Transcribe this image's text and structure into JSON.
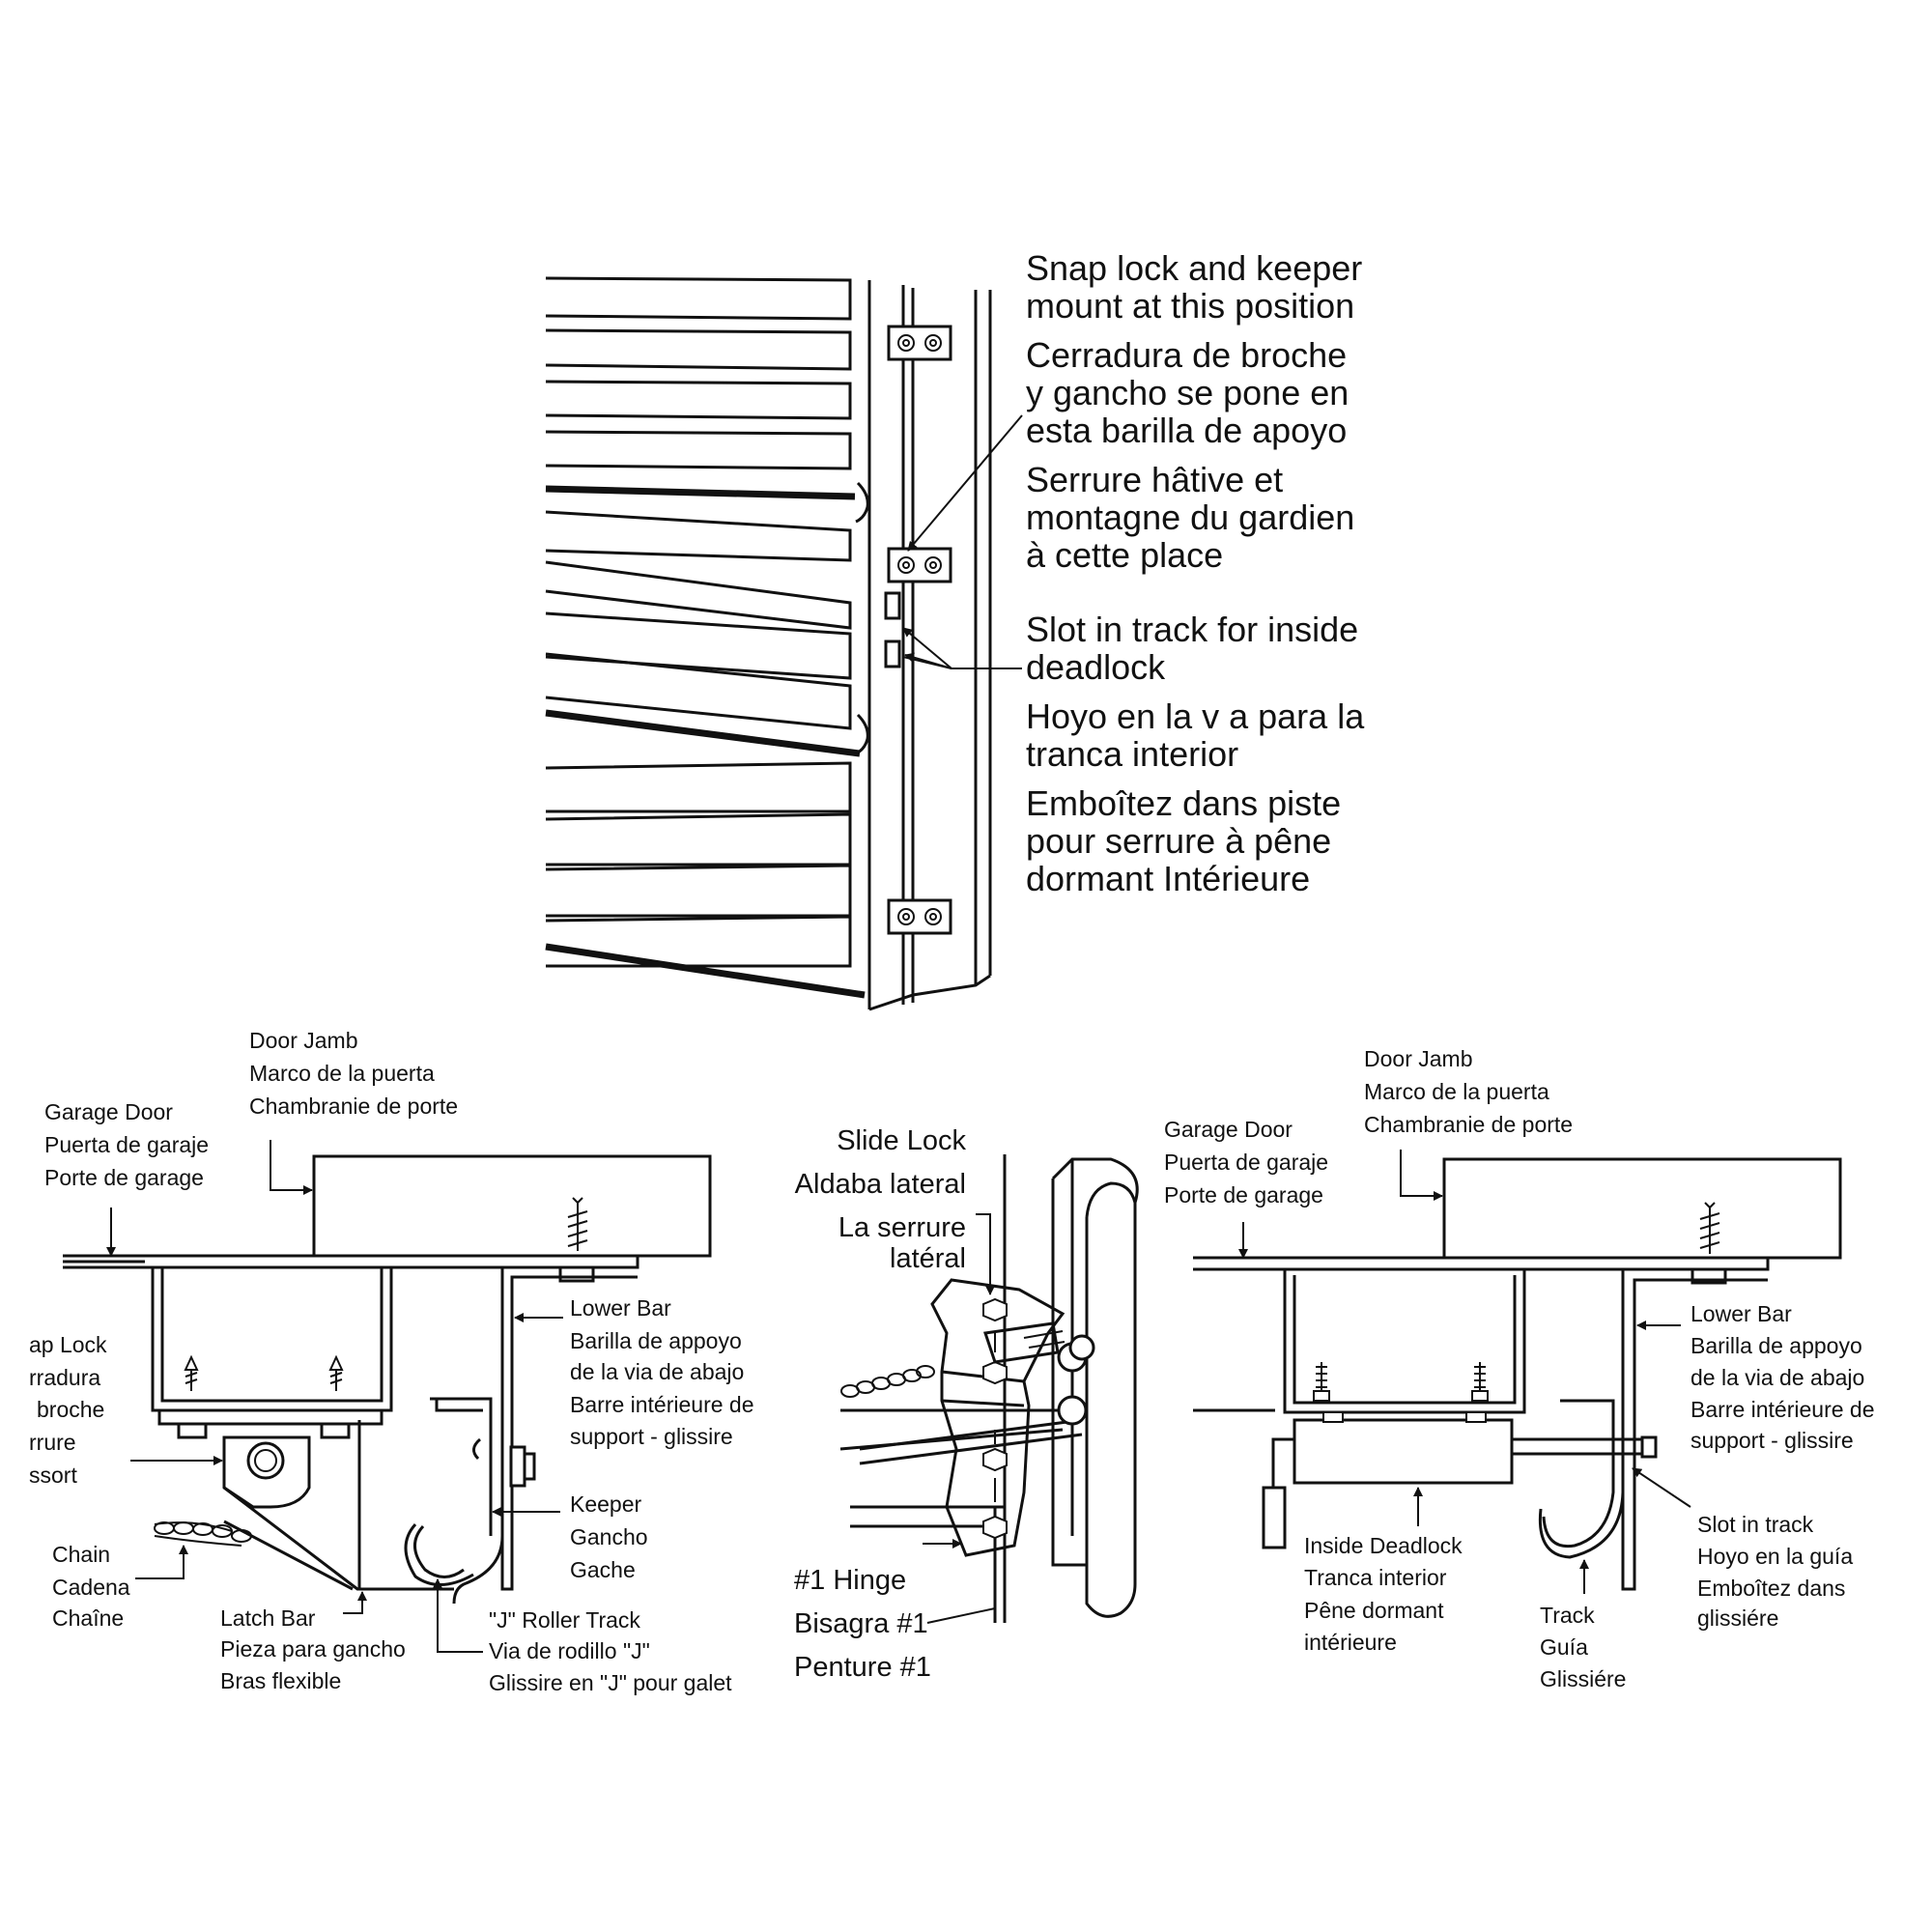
{
  "top_diagram": {
    "snap_lock_lines": [
      "Snap lock and keeper",
      "mount at this position",
      "Cerradura de broche",
      "y gancho se pone en",
      "esta barilla de apoyo",
      "Serrure hâtive et",
      "montagne du gardien",
      "à cette place"
    ],
    "slot_lines": [
      "Slot in track for inside",
      "deadlock",
      "Hoyo en la v a para la",
      "tranca interior",
      "Emboîtez dans piste",
      "pour serrure à pêne",
      "dormant Intérieure"
    ]
  },
  "left_diagram": {
    "door_jamb": [
      "Door Jamb",
      "Marco de la puerta",
      "Chambranie de porte"
    ],
    "garage_door": [
      "Garage Door",
      "Puerta de garaje",
      "Porte de garage"
    ],
    "snap_lock": [
      "ap Lock",
      "rradura",
      "broche",
      "rrure",
      "ssort"
    ],
    "lower_bar": [
      "Lower Bar",
      "Barilla de appoyo",
      "de la via de abajo",
      "Barre intérieure de",
      "support - glissire"
    ],
    "keeper": [
      "Keeper",
      "Gancho",
      "Gache"
    ],
    "chain": [
      "Chain",
      "Cadena",
      "Chaîne"
    ],
    "latch_bar": [
      "Latch Bar",
      "Pieza para gancho",
      "Bras flexible"
    ],
    "j_track": [
      "\"J\" Roller Track",
      "Via de rodillo \"J\"",
      "Glissire en \"J\" pour galet"
    ]
  },
  "middle_diagram": {
    "slide_lock": [
      "Slide Lock",
      "Aldaba lateral",
      "La serrure",
      "latéral"
    ],
    "hinge": [
      "#1 Hinge",
      "Bisagra #1",
      "Penture #1"
    ]
  },
  "right_diagram": {
    "door_jamb": [
      "Door Jamb",
      "Marco de la puerta",
      "Chambranie de porte"
    ],
    "garage_door": [
      "Garage Door",
      "Puerta de garaje",
      "Porte de garage"
    ],
    "lower_bar": [
      "Lower Bar",
      "Barilla de appoyo",
      "de la via de abajo",
      "Barre intérieure de",
      "support - glissire"
    ],
    "slot": [
      "Slot in track",
      "Hoyo en la guía",
      "Emboîtez dans",
      "glissiére"
    ],
    "deadlock": [
      "Inside Deadlock",
      "Tranca interior",
      "Pêne dormant",
      "intérieure"
    ],
    "track": [
      "Track",
      "Guía",
      "Glissiére"
    ]
  }
}
